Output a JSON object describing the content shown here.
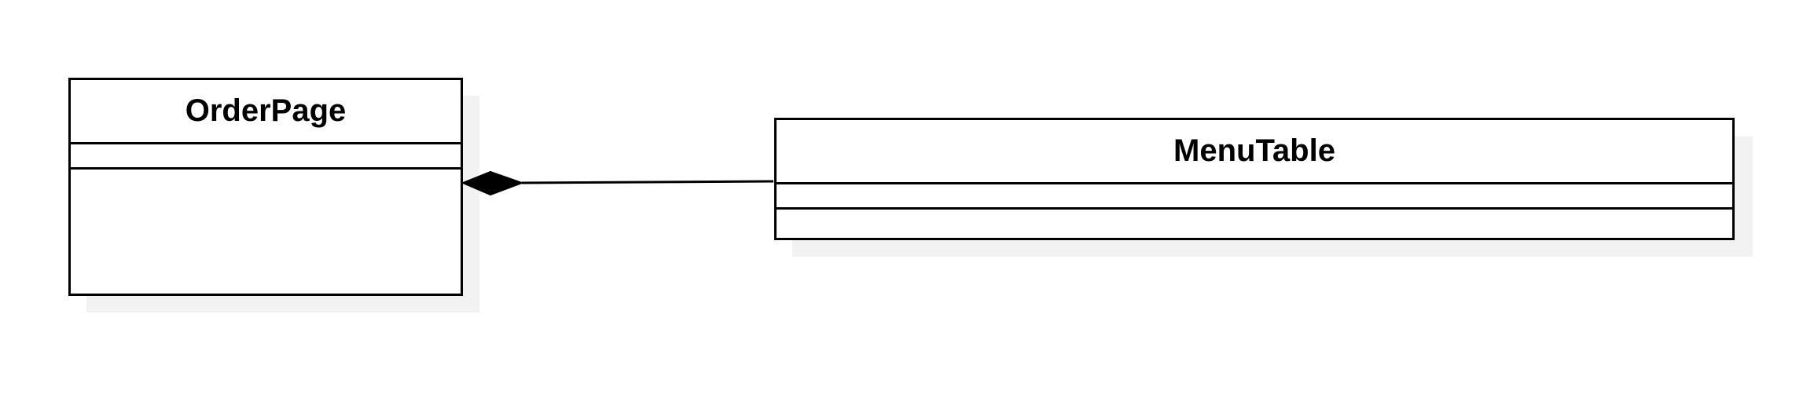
{
  "diagram": {
    "classes": [
      {
        "id": "orderpage",
        "name": "OrderPage",
        "attributes": [],
        "methods": []
      },
      {
        "id": "menutable",
        "name": "MenuTable",
        "attributes": [],
        "methods": []
      }
    ],
    "relationships": [
      {
        "type": "composition",
        "whole": "OrderPage",
        "part": "MenuTable"
      }
    ]
  },
  "colors": {
    "stroke": "#000000",
    "fill": "#ffffff",
    "shadow": "#f2f2f2"
  }
}
